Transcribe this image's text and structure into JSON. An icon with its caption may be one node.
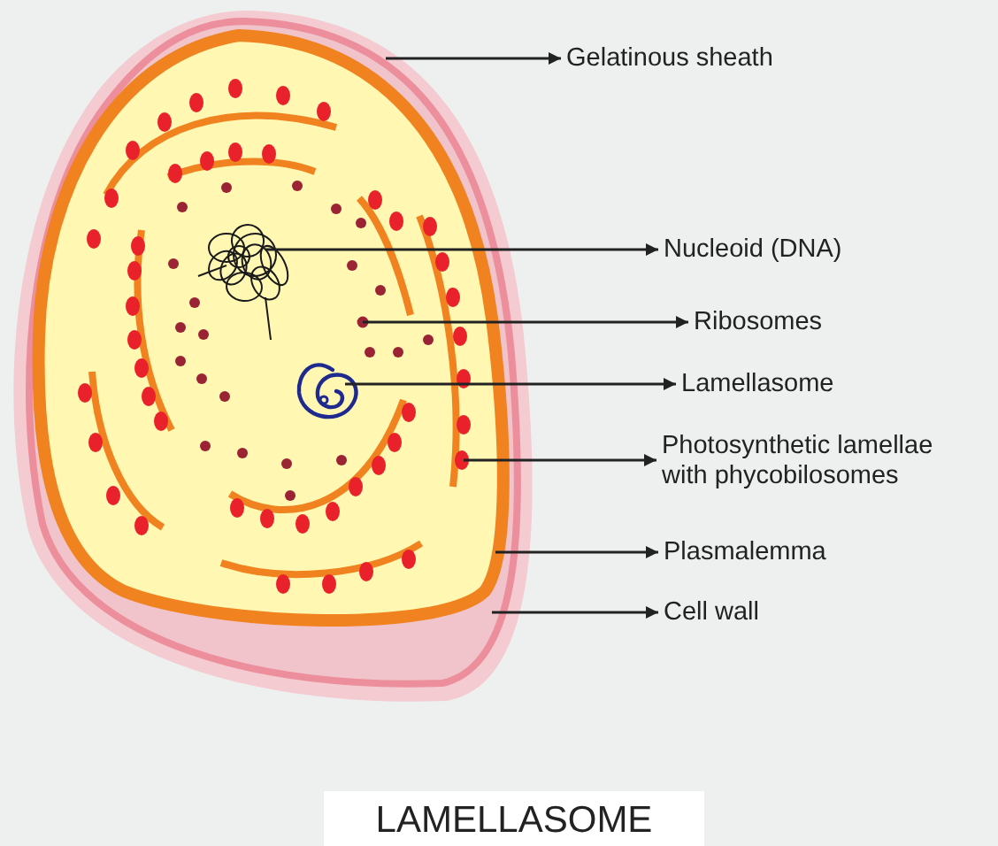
{
  "diagram": {
    "caption": "LAMELLASOME",
    "nodes": [
      {
        "text": [
          "Gelatinous sheath"
        ]
      },
      {
        "text": [
          "Nucleoid (DNA)"
        ]
      },
      {
        "text": [
          "Ribosomes"
        ]
      },
      {
        "text": [
          "Lamellasome"
        ]
      },
      {
        "text": [
          "Photosynthetic lamellae with phycobilosomes"
        ]
      },
      {
        "text": [
          "Plasmalemma"
        ]
      },
      {
        "text": [
          "Cell wall"
        ]
      },
      {
        "text": [],
        "shape": "picture"
      },
      {
        "text": [],
        "shape": "picture",
        "in": 12
      },
      {
        "text": [],
        "shape": "picture",
        "in": 12
      },
      {
        "text": [],
        "shape": "picture",
        "in": 12
      },
      {
        "text": [],
        "shape": "picture",
        "in": 12
      },
      {
        "text": [],
        "shape": "picture",
        "in": 13
      },
      {
        "text": [],
        "shape": "picture"
      }
    ],
    "edges": [
      {
        "from": 7,
        "to": 0,
        "arrow": "to"
      },
      {
        "from": 8,
        "to": 1,
        "arrow": "to"
      },
      {
        "from": 9,
        "to": 2,
        "arrow": "to"
      },
      {
        "from": 10,
        "to": 3,
        "arrow": "to"
      },
      {
        "from": 11,
        "to": 4,
        "arrow": "to"
      },
      {
        "from": 12,
        "to": 5,
        "arrow": "to"
      },
      {
        "from": 13,
        "to": 6,
        "arrow": "to"
      }
    ]
  }
}
